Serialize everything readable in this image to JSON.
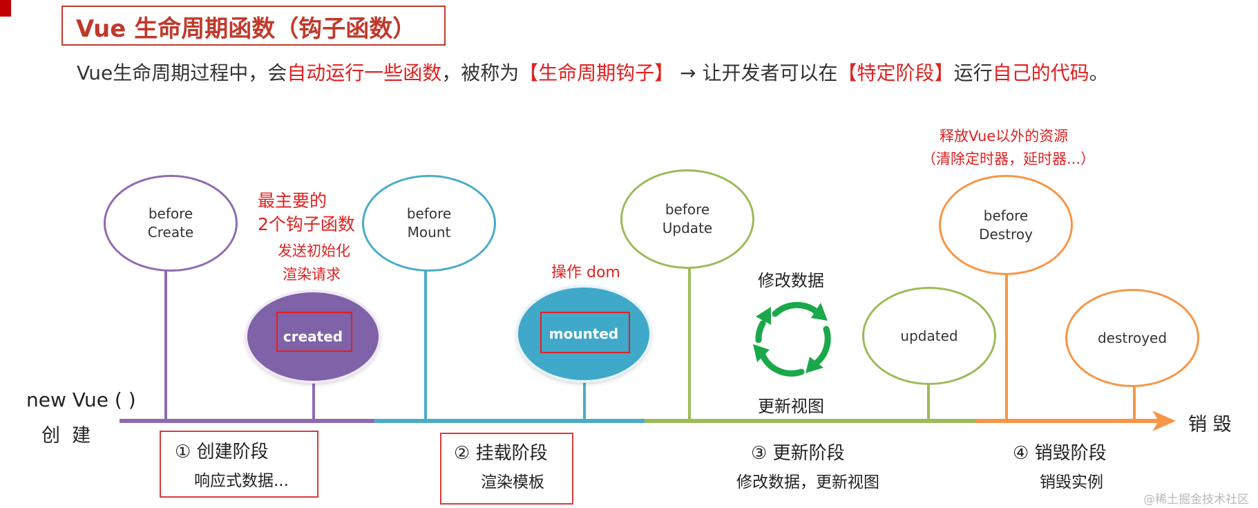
{
  "title": "Vue 生命周期函数（钩子函数）",
  "subtitle": {
    "p1": "Vue生命周期过程中，会",
    "p2": "自动运行一些函数",
    "p3": "，被称为",
    "p4": "【生命周期钩子】",
    "p5": " → 让开发者可以在",
    "p6": "【特定阶段】",
    "p7": "运行",
    "p8": "自己的代码",
    "p9": "。"
  },
  "hooks": {
    "before_create": [
      "before",
      "Create"
    ],
    "created": "created",
    "before_mount": [
      "before",
      "Mount"
    ],
    "mounted": "mounted",
    "before_update": [
      "before",
      "Update"
    ],
    "updated": "updated",
    "before_destroy": [
      "before",
      "Destroy"
    ],
    "destroyed": "destroyed"
  },
  "annotations": {
    "main_hooks_1": "最主要的",
    "main_hooks_2": "2个钩子函数",
    "send_request_1": "发送初始化",
    "send_request_2": "渲染请求",
    "operate_dom": "操作 dom",
    "release_1": "释放Vue以外的资源",
    "release_2": "（清除定时器，延时器...）",
    "modify_data": "修改数据",
    "update_view": "更新视图"
  },
  "timeline": {
    "start_1": "new Vue ( )",
    "start_2": "创  建",
    "end": "销 毁"
  },
  "phases": [
    {
      "title": "① 创建阶段",
      "desc": "响应式数据..."
    },
    {
      "title": "② 挂载阶段",
      "desc": "渲染模板"
    },
    {
      "title": "③ 更新阶段",
      "desc": "修改数据，更新视图"
    },
    {
      "title": "④ 销毁阶段",
      "desc": "销毁实例"
    }
  ],
  "watermark": "@稀土掘金技术社区",
  "colors": {
    "create": "#8e6bb0",
    "mount": "#4aacc6",
    "update": "#9bbb59",
    "destroy": "#f79646",
    "accent_red": "#e02020",
    "cycle_green": "#1aa84a"
  }
}
